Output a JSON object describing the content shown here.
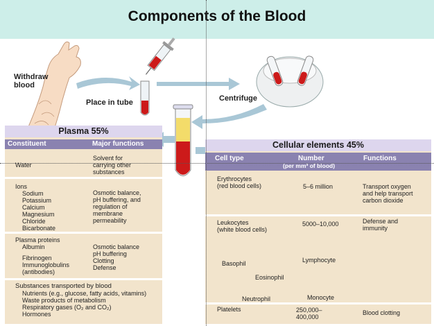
{
  "title": "Components of the Blood",
  "labels": {
    "withdraw": [
      "Withdraw",
      "blood"
    ],
    "place_in_tube": "Place in tube",
    "centrifuge": "Centrifuge"
  },
  "plasma": {
    "heading": "Plasma 55%",
    "columns": [
      "Constituent",
      "Major functions"
    ],
    "water": {
      "name": "Water",
      "functions": [
        "Solvent for",
        "carrying other",
        "substances"
      ]
    },
    "ions": {
      "name": "Ions",
      "items": [
        "Sodium",
        "Potassium",
        "Calcium",
        "Magnesium",
        "Chloride",
        "Bicarbonate"
      ],
      "functions": [
        "Osmotic balance,",
        "pH buffering, and",
        "regulation of",
        "membrane",
        "permeability"
      ]
    },
    "proteins": {
      "name": "Plasma proteins",
      "items": [
        "Albumin",
        "",
        "Fibrinogen",
        "Immunoglobulins",
        "(antibodies)"
      ],
      "functions": [
        "Osmotic balance",
        "pH buffering",
        "Clotting",
        "Defense"
      ]
    },
    "transported": {
      "name": "Substances transported by blood",
      "items": [
        "Nutrients (e.g., glucose, fatty acids, vitamins)",
        "Waste products of metabolism",
        "Respiratory gases (O₂ and CO₂)",
        "Hormones"
      ]
    }
  },
  "cellular": {
    "heading": "Cellular elements 45%",
    "columns": {
      "type": "Cell type",
      "number": "Number",
      "number_unit": "(per mm³ of blood)",
      "functions": "Functions"
    },
    "erythrocytes": {
      "name": [
        "Erythrocytes",
        "(red blood cells)"
      ],
      "number": "5–6 million",
      "functions": [
        "Transport oxygen",
        "and help transport",
        "carbon dioxide"
      ]
    },
    "leukocytes": {
      "name": [
        "Leukocytes",
        "(white blood cells)"
      ],
      "number": "5000–10,000",
      "functions": [
        "Defense and",
        "immunity"
      ],
      "types": [
        "Basophil",
        "Lymphocyte",
        "Eosinophil",
        "Neutrophil",
        "Monocyte"
      ]
    },
    "platelets": {
      "name": "Platelets",
      "number": [
        "250,000–",
        "400,000"
      ],
      "functions": "Blood clotting"
    }
  },
  "colors": {
    "header": "#cdeee9",
    "panel": "#f2e4cc",
    "panel_heading": "#ddd6ee",
    "column_header": "#8a82b0",
    "blood": "#cc1a1a",
    "plasma_fluid": "#f3dc6a",
    "arrow": "#a9c7d6"
  }
}
